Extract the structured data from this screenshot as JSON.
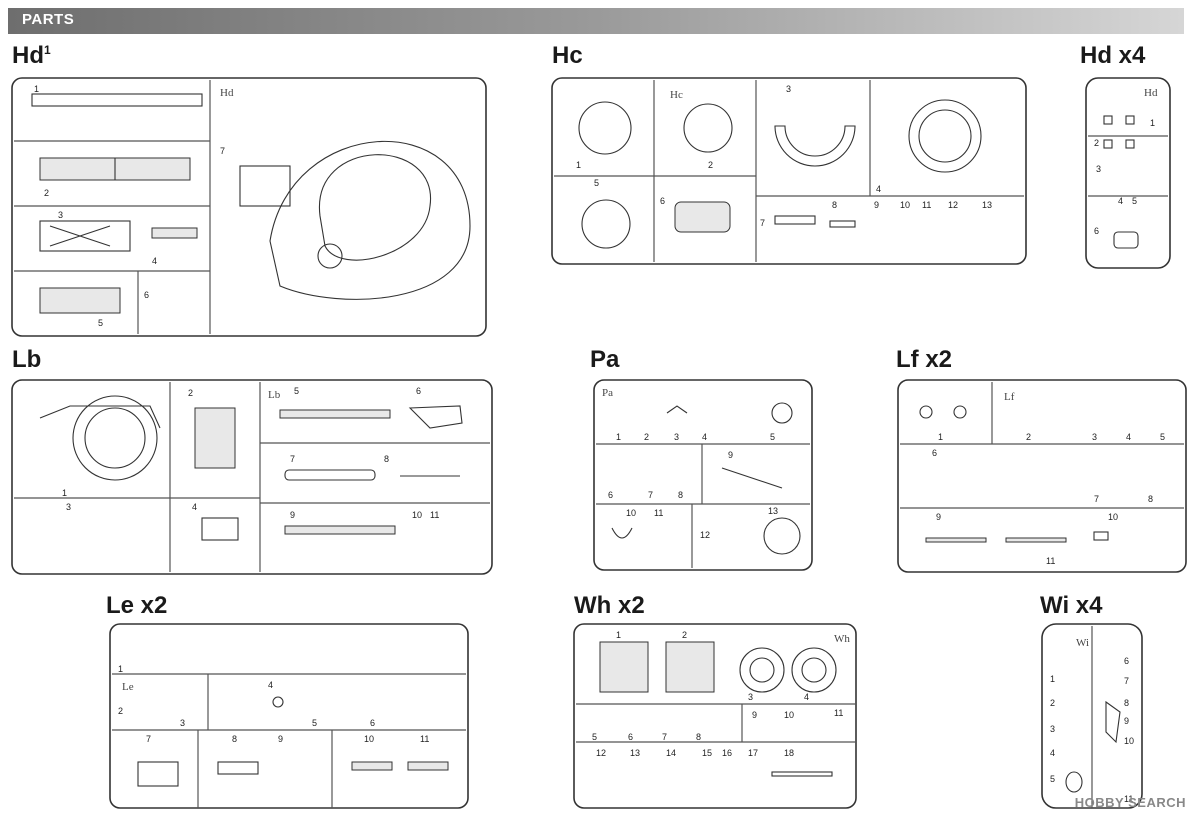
{
  "header": {
    "title": "PARTS"
  },
  "sprues": {
    "hd1": {
      "label": "Hd",
      "sup": "1",
      "tag": "Hd",
      "parts": [
        "1",
        "2",
        "3",
        "4",
        "5",
        "6",
        "7"
      ]
    },
    "hc": {
      "label": "Hc",
      "tag": "Hc",
      "parts": [
        "1",
        "2",
        "3",
        "4",
        "5",
        "6",
        "7",
        "8",
        "9",
        "10",
        "11",
        "12",
        "13"
      ]
    },
    "hd4": {
      "label": "Hd x4",
      "tag": "Hd",
      "parts": [
        "1",
        "2",
        "3",
        "4",
        "5",
        "6"
      ]
    },
    "lb": {
      "label": "Lb",
      "tag": "Lb",
      "parts": [
        "1",
        "2",
        "3",
        "4",
        "5",
        "6",
        "7",
        "8",
        "9",
        "10",
        "11"
      ]
    },
    "pa": {
      "label": "Pa",
      "tag": "Pa",
      "parts": [
        "1",
        "2",
        "3",
        "4",
        "5",
        "6",
        "7",
        "8",
        "9",
        "10",
        "11",
        "12",
        "13"
      ]
    },
    "lf": {
      "label": "Lf x2",
      "tag": "Lf",
      "parts": [
        "1",
        "2",
        "3",
        "4",
        "5",
        "6",
        "7",
        "8",
        "9",
        "10",
        "11"
      ]
    },
    "le": {
      "label": "Le x2",
      "tag": "Le",
      "parts": [
        "1",
        "2",
        "3",
        "4",
        "5",
        "6",
        "7",
        "8",
        "9",
        "10",
        "11"
      ]
    },
    "wh": {
      "label": "Wh x2",
      "tag": "Wh",
      "parts": [
        "1",
        "2",
        "3",
        "4",
        "5",
        "6",
        "7",
        "8",
        "9",
        "10",
        "11",
        "12",
        "13",
        "14",
        "15",
        "16",
        "17",
        "18"
      ]
    },
    "wi": {
      "label": "Wi x4",
      "tag": "Wi",
      "parts": [
        "1",
        "2",
        "3",
        "4",
        "5",
        "6",
        "7",
        "8",
        "9",
        "10",
        "11"
      ]
    }
  },
  "watermark": "HOBBY SEARCH"
}
